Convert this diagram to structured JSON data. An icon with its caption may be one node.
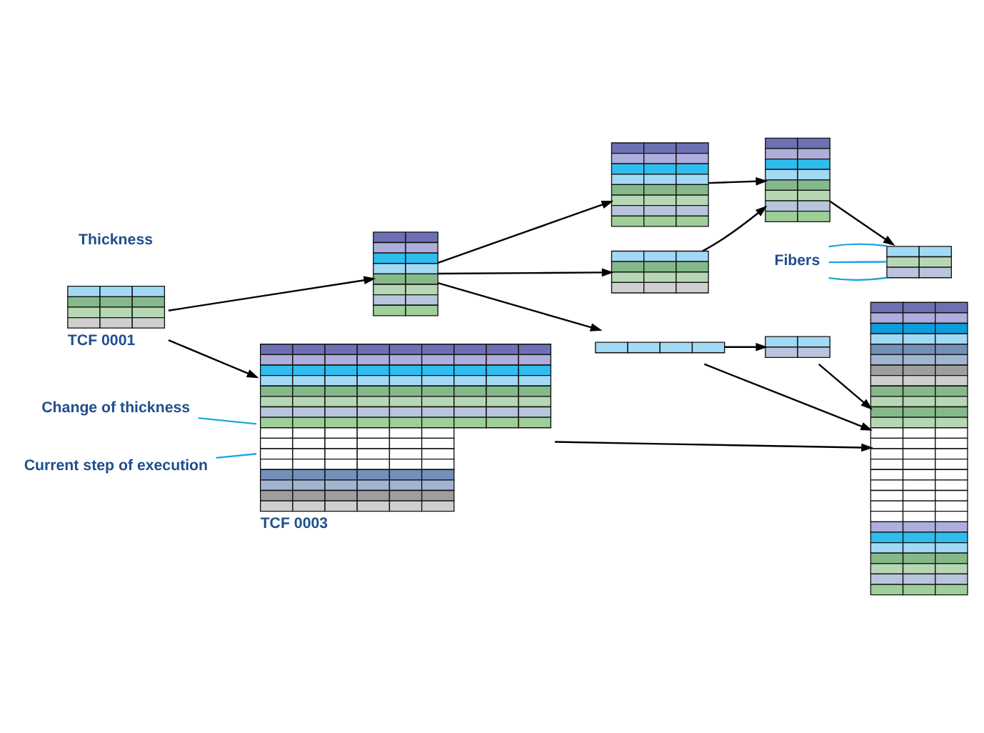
{
  "diagram": {
    "nodes": [
      {
        "text": [],
        "shape": "table",
        "beside": [
          "TCF 0001"
        ]
      },
      {
        "text": [],
        "shape": "table"
      },
      {
        "text": [],
        "shape": "table"
      },
      {
        "text": [],
        "shape": "table"
      },
      {
        "text": [],
        "shape": "table"
      },
      {
        "text": [],
        "shape": "table"
      },
      {
        "text": [
          "Fibers"
        ]
      },
      {
        "text": [],
        "shape": "table"
      },
      {
        "text": [],
        "shape": "table"
      },
      {
        "text": [],
        "shape": "table",
        "beside": [
          "TCF 0003"
        ]
      },
      {
        "text": [],
        "shape": "table"
      },
      {
        "text": [
          "Change of thickness"
        ]
      },
      {
        "text": [
          "Current step of execution"
        ]
      }
    ],
    "edges": [
      {
        "from": 0,
        "to": 1,
        "arrow": "to"
      },
      {
        "from": 0,
        "to": 9,
        "arrow": "to"
      },
      {
        "from": 1,
        "to": 2,
        "arrow": "to"
      },
      {
        "from": 1,
        "to": 3,
        "arrow": "to"
      },
      {
        "from": 1,
        "to": 7,
        "arrow": "to"
      },
      {
        "from": 2,
        "to": 4,
        "arrow": "to"
      },
      {
        "from": 3,
        "to": 4,
        "arrow": "to"
      },
      {
        "from": 4,
        "to": 5,
        "arrow": "to"
      },
      {
        "from": 6,
        "to": 5,
        "arrow": "none",
        "color": "#1ba6e2"
      },
      {
        "from": 6,
        "to": 5,
        "arrow": "none",
        "color": "#1ba6e2"
      },
      {
        "from": 6,
        "to": 5,
        "arrow": "none",
        "color": "#1ba6e2"
      },
      {
        "from": 7,
        "to": 8,
        "arrow": "to"
      },
      {
        "from": 7,
        "to": 10,
        "arrow": "to"
      },
      {
        "from": 8,
        "to": 10,
        "arrow": "to"
      },
      {
        "from": 9,
        "to": 10,
        "arrow": "to"
      },
      {
        "from": 11,
        "to": 9,
        "arrow": "none",
        "color": "#1ba6e2"
      },
      {
        "from": 12,
        "to": 9,
        "arrow": "none",
        "color": "#1ba6e2"
      }
    ],
    "labels": [
      "Thickness"
    ]
  }
}
